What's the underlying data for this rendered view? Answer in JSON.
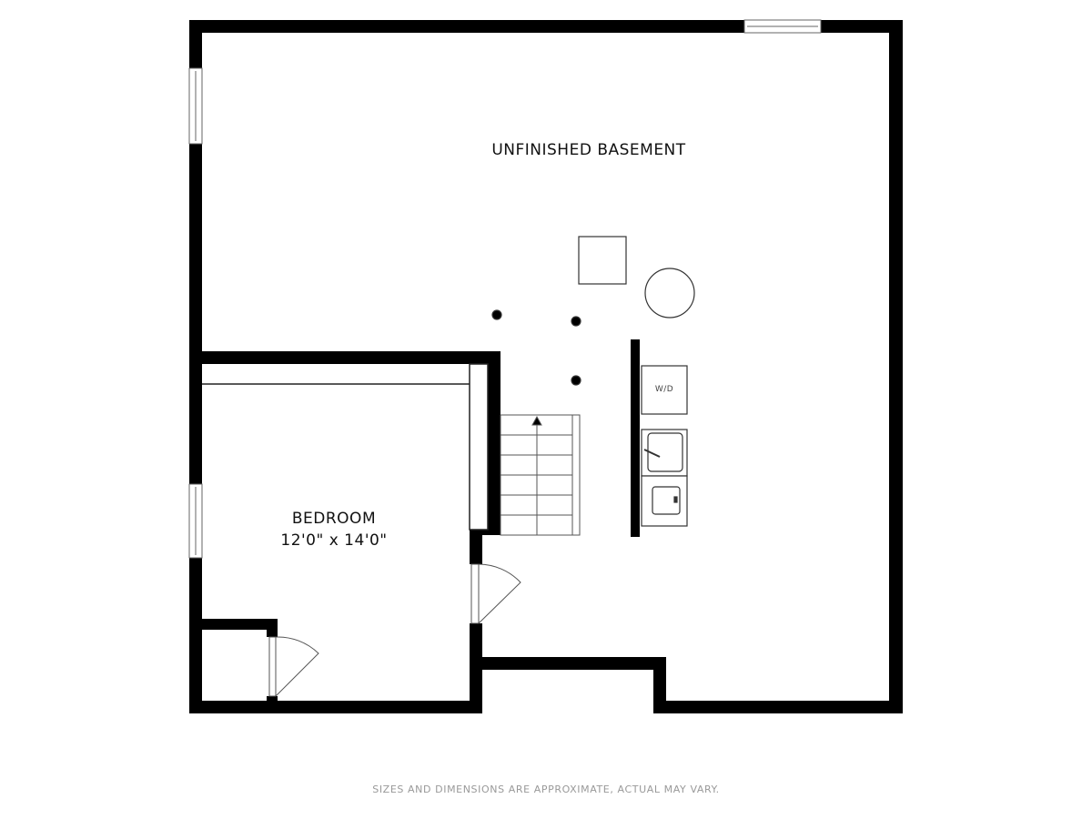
{
  "rooms": {
    "basement": {
      "name": "UNFINISHED BASEMENT"
    },
    "bedroom": {
      "name": "BEDROOM",
      "dimensions": "12'0\" x 14'0\""
    }
  },
  "appliances": {
    "washer_dryer": "W/D"
  },
  "footer": {
    "disclaimer": "SIZES AND DIMENSIONS ARE APPROXIMATE, ACTUAL MAY VARY."
  },
  "colors": {
    "wall": "#000000",
    "line": "#555555",
    "footer_text": "#999999"
  }
}
